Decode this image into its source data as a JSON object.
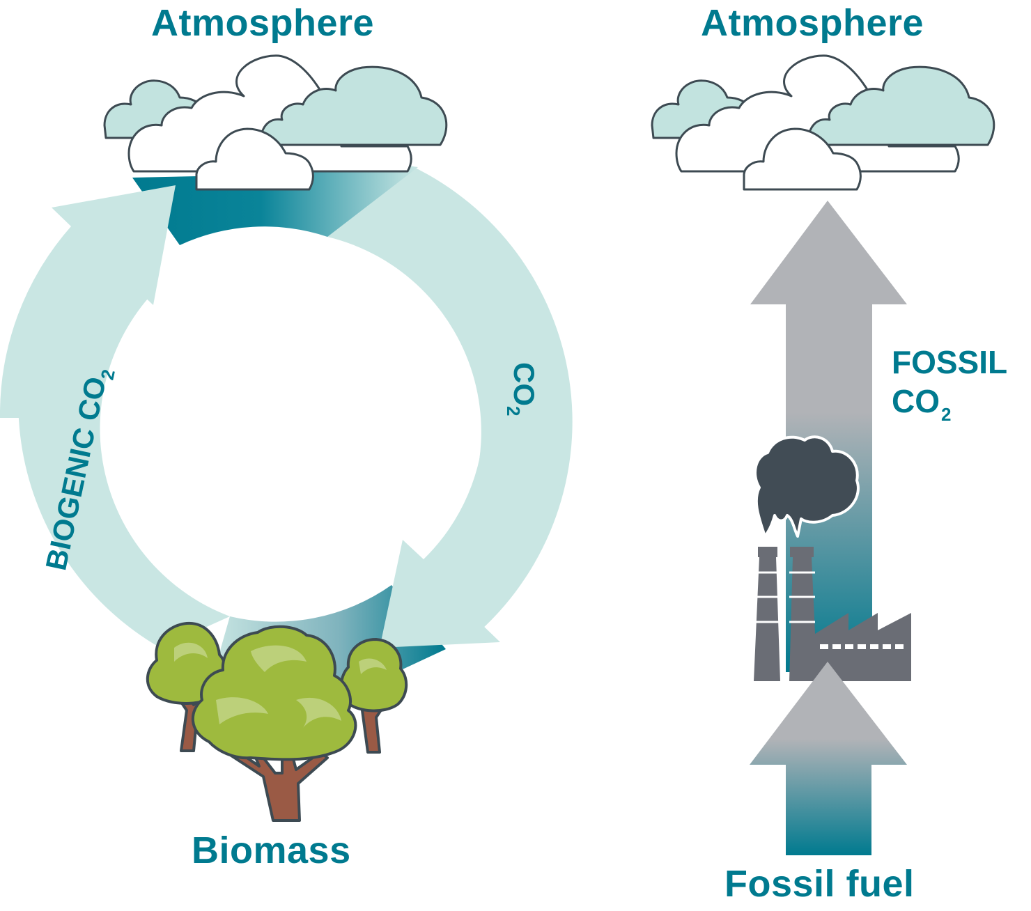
{
  "left_panel": {
    "title": "Atmosphere",
    "bottom_label": "Biomass",
    "arrow_left_label": {
      "main": "BIOGENIC CO",
      "subscript": "2"
    },
    "arrow_right_label": {
      "main": "CO",
      "subscript": "2"
    }
  },
  "right_panel": {
    "title": "Atmosphere",
    "bottom_label": "Fossil fuel",
    "arrow_label_line1": "FOSSIL",
    "arrow_label_line2": {
      "main": "CO",
      "subscript": "2"
    }
  },
  "icons": [
    "cloud-cluster-icon",
    "trees-icon",
    "factory-icon",
    "smoke-icon",
    "up-arrow-icon",
    "cycle-arrow-icon"
  ],
  "colors": {
    "teal": "#007a8f",
    "light_teal": "#c9e6e3",
    "cloud_fill": "#c2e3df",
    "outline": "#3d4a52",
    "grey_arrow": "#b1b3b7",
    "factory": "#6a6d75",
    "smoke": "#414c55",
    "tree_green": "#9eba3e",
    "tree_light": "#bcd07a",
    "trunk": "#9a5a45"
  }
}
